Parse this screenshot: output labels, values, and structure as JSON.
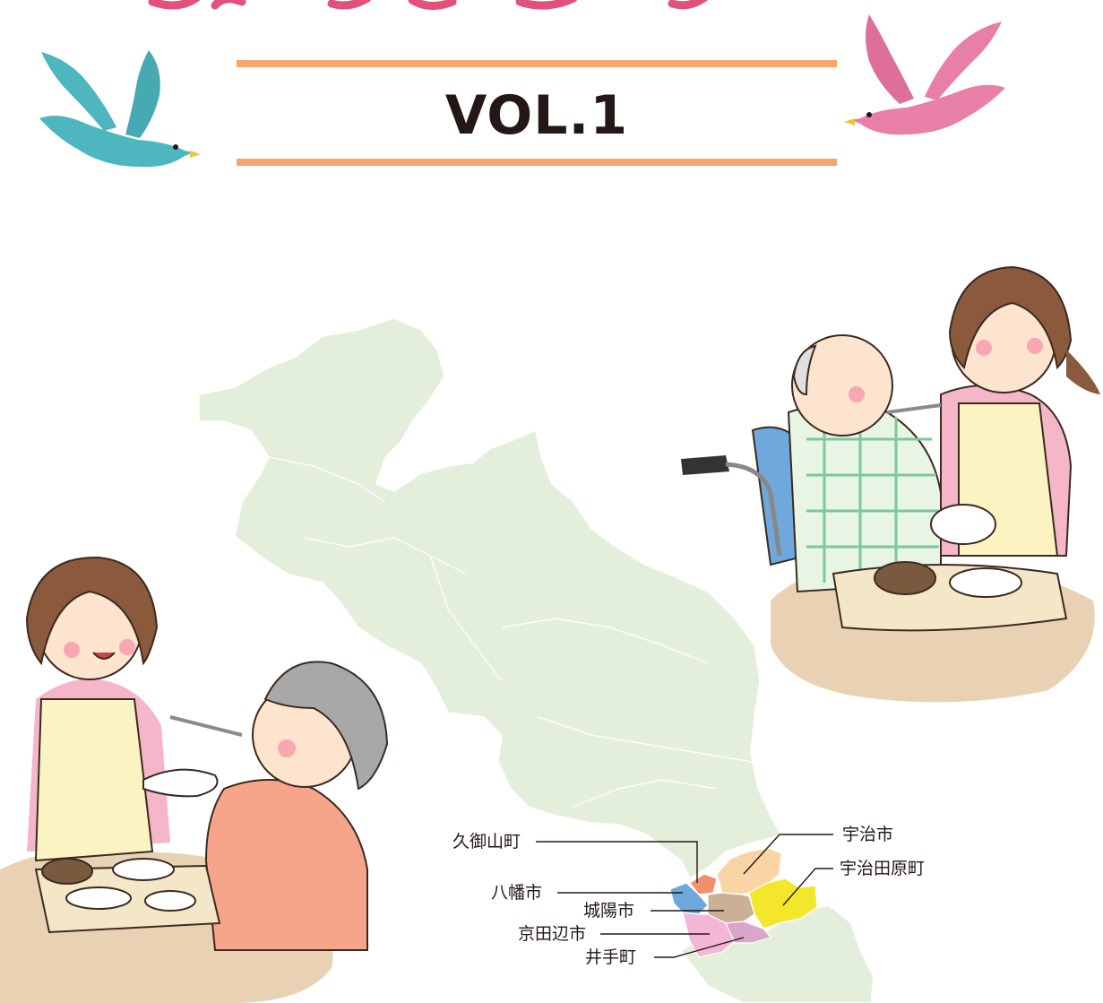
{
  "header": {
    "volume_label": "VOL.1"
  },
  "colors": {
    "rule": "#F5A66E",
    "title_pink": "#E2517A",
    "bird_blue": "#4DB6BE",
    "bird_pink": "#E77FA6",
    "map_base": "#E3EFDB",
    "kumiyama": "#F1906C",
    "yawata": "#6FA8DC",
    "joyo": "#C9B096",
    "kyotanabe": "#F3B6D7",
    "ide": "#D9A7C9",
    "uji": "#F9D5A6",
    "ujitawara": "#F4E62A"
  },
  "map_labels": {
    "kumiyama": "久御山町",
    "yawata": "八幡市",
    "joyo": "城陽市",
    "kyotanabe": "京田辺市",
    "ide": "井手町",
    "uji": "宇治市",
    "ujitawara": "宇治田原町"
  },
  "icons": {
    "left_bird": "blue-bird-icon",
    "right_bird": "pink-bird-icon"
  }
}
